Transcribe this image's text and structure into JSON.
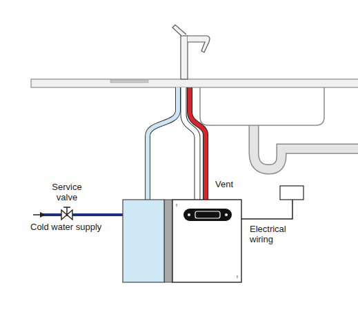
{
  "diagram": {
    "labels": [
      "Service valve",
      "Cold water supply",
      "Vent",
      "Electrical wiring"
    ]
  }
}
